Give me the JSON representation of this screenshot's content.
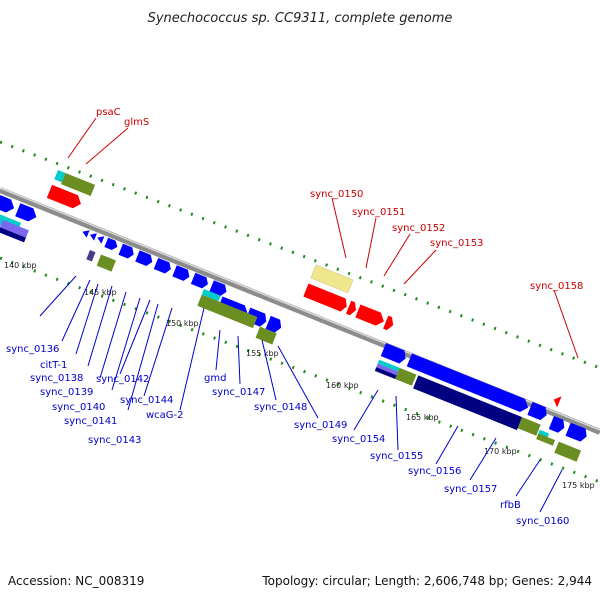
{
  "title": "Synechococcus sp. CC9311, complete genome",
  "footer": {
    "accession": "Accession: NC_008319",
    "summary": "Topology: circular; Length: 2,606,748 bp; Genes: 2,944"
  },
  "kbp_labels": [
    "140 kbp",
    "145 kbp",
    "150 kbp",
    "155 kbp",
    "160 kbp",
    "165 kbp",
    "170 kbp",
    "175 kbp"
  ],
  "labels_top": [
    "psaC",
    "glmS",
    "sync_0150",
    "sync_0151",
    "sync_0152",
    "sync_0153",
    "sync_0158"
  ],
  "labels_bottom": [
    "sync_0136",
    "citT-1",
    "sync_0138",
    "sync_0139",
    "sync_0140",
    "sync_0141",
    "sync_0142",
    "sync_0143",
    "sync_0144",
    "wcaG-2",
    "gmd",
    "sync_0147",
    "sync_0148",
    "sync_0149",
    "sync_0154",
    "sync_0155",
    "sync_0156",
    "sync_0157",
    "rfbB",
    "sync_0160"
  ],
  "colors": {
    "backbone": "#8c8c8c",
    "forward_cds": "#0000ff",
    "reverse_cds": "#ff0000",
    "olive": "#6b8e23",
    "cyan": "#00cccc",
    "navy": "#000080",
    "pale_yellow": "#f0e68c",
    "purple": "#7b68ee",
    "tick": "#228b22",
    "red_label": "#cc0000",
    "blue_label": "#0000cc"
  }
}
